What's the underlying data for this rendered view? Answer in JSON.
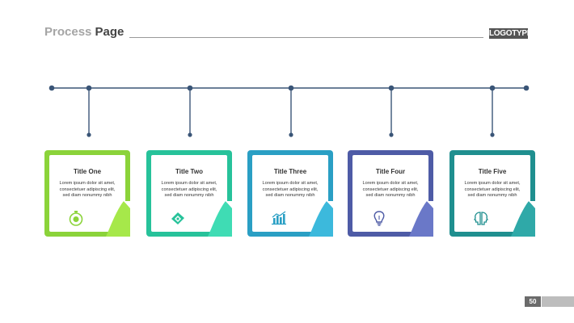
{
  "header": {
    "title_light": "Process ",
    "title_dark": "Page",
    "logo": "LOGOTYPE"
  },
  "timeline": {
    "line_color": "#3a5577",
    "node_count": 5
  },
  "cards": [
    {
      "title": "Title One",
      "body": [
        "Lorem ipsum dolor sit amet,",
        "consectetuer adipiscing elit,",
        "sed diam nonummy nibh"
      ],
      "icon": "stopwatch-icon",
      "color": "#8bd33a",
      "fold_color": "#a6e84a"
    },
    {
      "title": "Title Two",
      "body": [
        "Lorem ipsum dolor sit amet,",
        "consectetuer adipiscing elit,",
        "sed diam nonummy nibh"
      ],
      "icon": "puzzle-triangle-icon",
      "color": "#27c29a",
      "fold_color": "#3fdcb4"
    },
    {
      "title": "Title Three",
      "body": [
        "Lorem ipsum dolor sit amet,",
        "consectetuer adipiscing elit,",
        "sed diam nonummy nibh"
      ],
      "icon": "bar-chart-icon",
      "color": "#2a9fc4",
      "fold_color": "#3cb9dc"
    },
    {
      "title": "Title Four",
      "body": [
        "Lorem ipsum dolor sit amet,",
        "consectetuer adipiscing elit,",
        "sed diam nonummy nibh"
      ],
      "icon": "lightbulb-icon",
      "color": "#4e5ba6",
      "fold_color": "#6a78c8"
    },
    {
      "title": "Title Five",
      "body": [
        "Lorem ipsum dolor sit amet,",
        "consectetuer adipiscing elit,",
        "sed diam nonummy nibh"
      ],
      "icon": "heads-icon",
      "color": "#1f8f8f",
      "fold_color": "#2fa9a8"
    }
  ],
  "footer": {
    "page_number": "50"
  }
}
